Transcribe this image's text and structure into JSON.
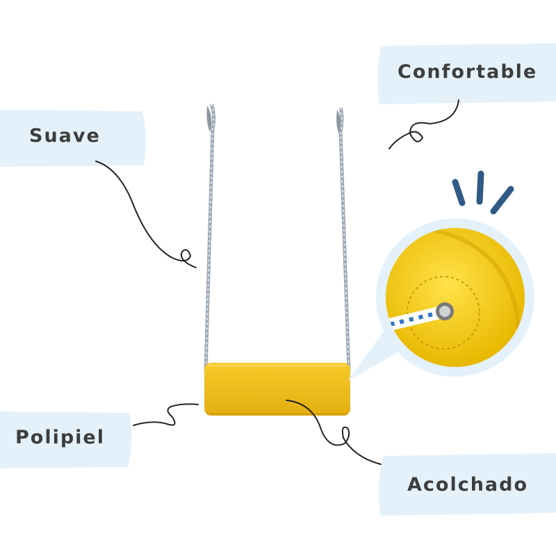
{
  "labels": {
    "confortable": "Confortable",
    "suave": "Suave",
    "polipiel": "Polipiel",
    "acolchado": "Acolchado"
  },
  "colors": {
    "tag_background": "#e4f1fb",
    "seat_yellow": "#f2c21b",
    "accent_blue": "#2f5b86",
    "text": "#3d3d3d"
  }
}
